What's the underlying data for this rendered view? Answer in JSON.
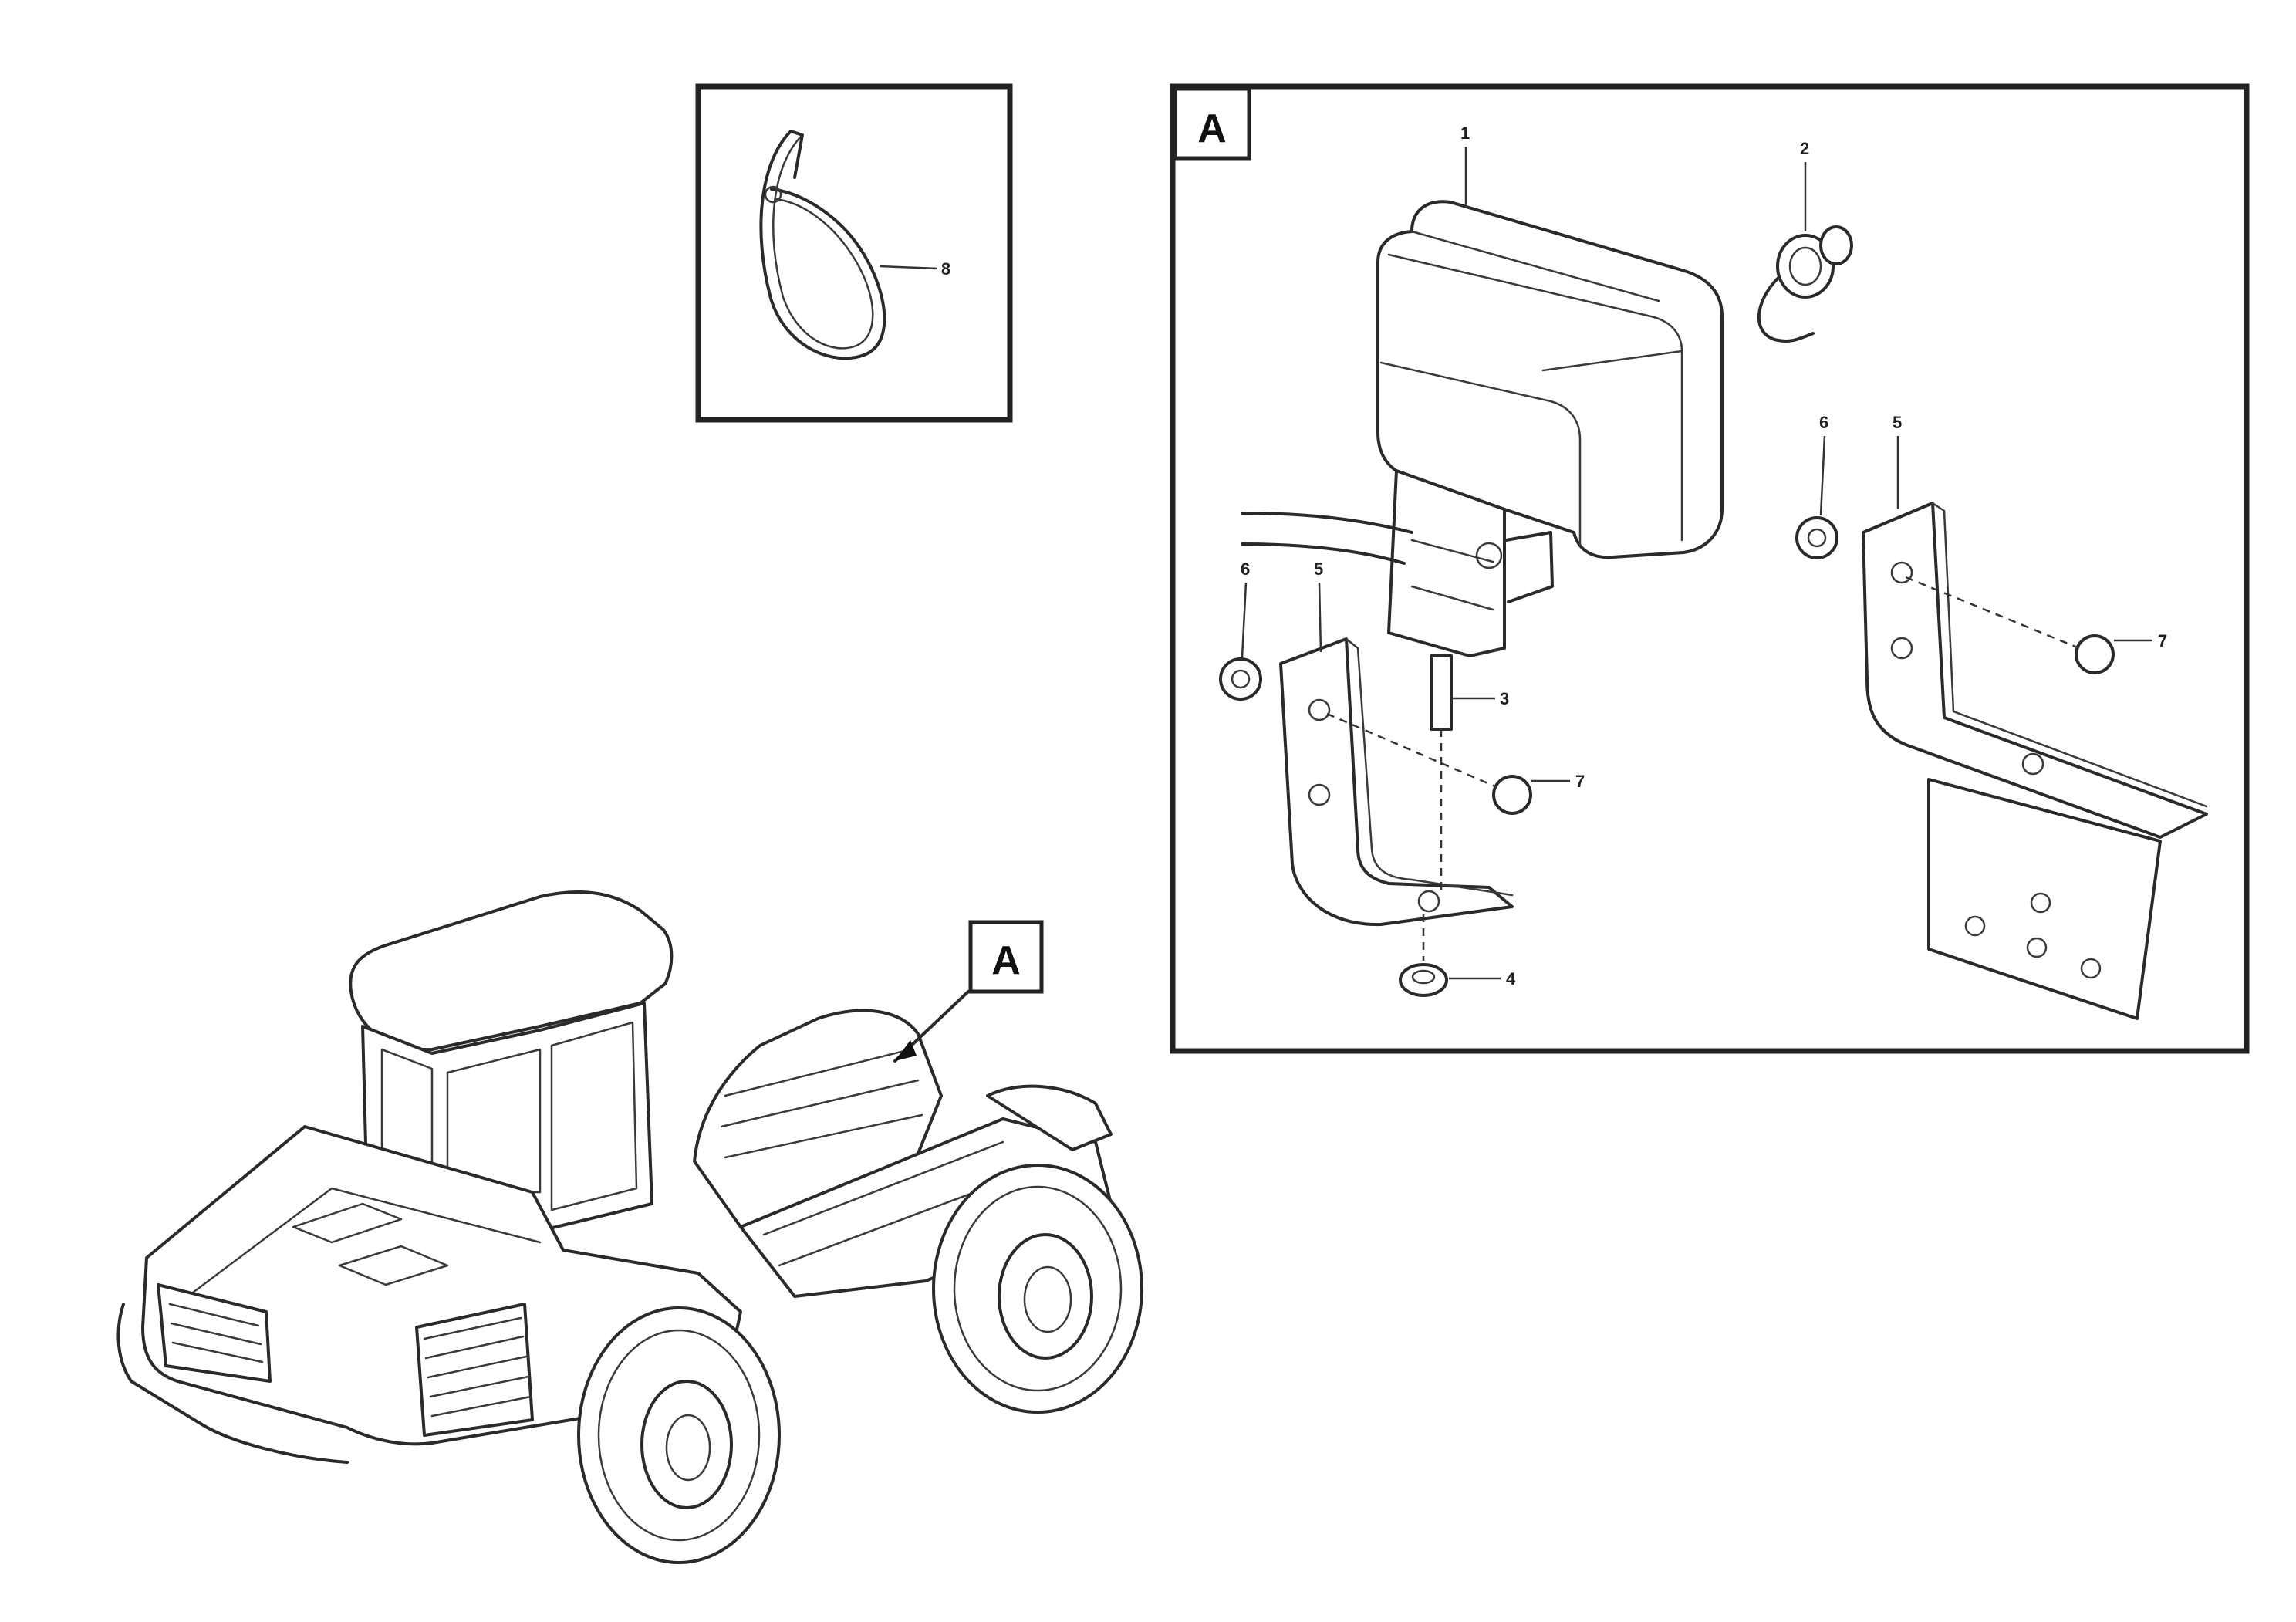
{
  "view_marker": {
    "label": "A"
  },
  "detail_marker": {
    "label": "A"
  },
  "callouts": [
    "1",
    "2",
    "3",
    "4",
    "5",
    "6",
    "7",
    "8"
  ],
  "drawing_code": {
    "line1": "",
    "line2": "",
    "line3": ""
  }
}
